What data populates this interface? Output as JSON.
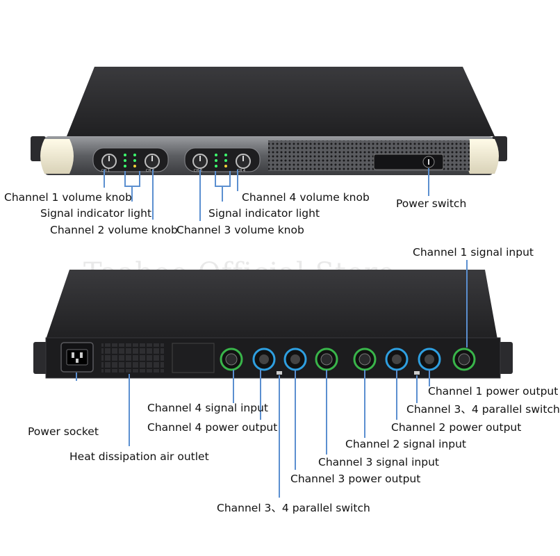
{
  "watermark": "Taaboo Official Store",
  "front_panel": {
    "channel_tags": [
      "CH 1",
      "CH 2",
      "CH 3",
      "CH 4"
    ],
    "labels": {
      "ch1_volume_knob": "Channel 1 volume knob",
      "signal_light_left": "Signal indicator light",
      "ch2_volume_knob": "Channel 2 volume knob",
      "ch4_volume_knob": "Channel 4 volume knob",
      "signal_light_right": "Signal indicator light",
      "ch3_volume_knob": "Channel 3 volume knob",
      "power_switch": "Power switch"
    }
  },
  "rear_panel": {
    "labels": {
      "ch1_signal_input": "Channel 1 signal input",
      "ch1_power_output": "Channel 1 power output",
      "ch34_parallel_switch_right": "Channel 3、4 parallel switch",
      "ch2_power_output": "Channel 2 power output",
      "ch2_signal_input": "Channel 2 signal input",
      "ch3_signal_input": "Channel 3 signal input",
      "ch3_power_output": "Channel 3 power output",
      "ch34_parallel_switch_bottom": "Channel 3、4 parallel switch",
      "ch4_signal_input": "Channel 4 signal input",
      "ch4_power_output": "Channel 4 power output",
      "power_socket": "Power socket",
      "heat_outlet": "Heat dissipation air outlet"
    }
  },
  "colors": {
    "leader_line": "#5b8fd0",
    "panel_body": "#2a2a2c",
    "xlr_ring": "#39b54a",
    "speakon_ring": "#2e9fe0",
    "led_green": "#3dff6e",
    "led_yellow": "#f2d13a"
  }
}
